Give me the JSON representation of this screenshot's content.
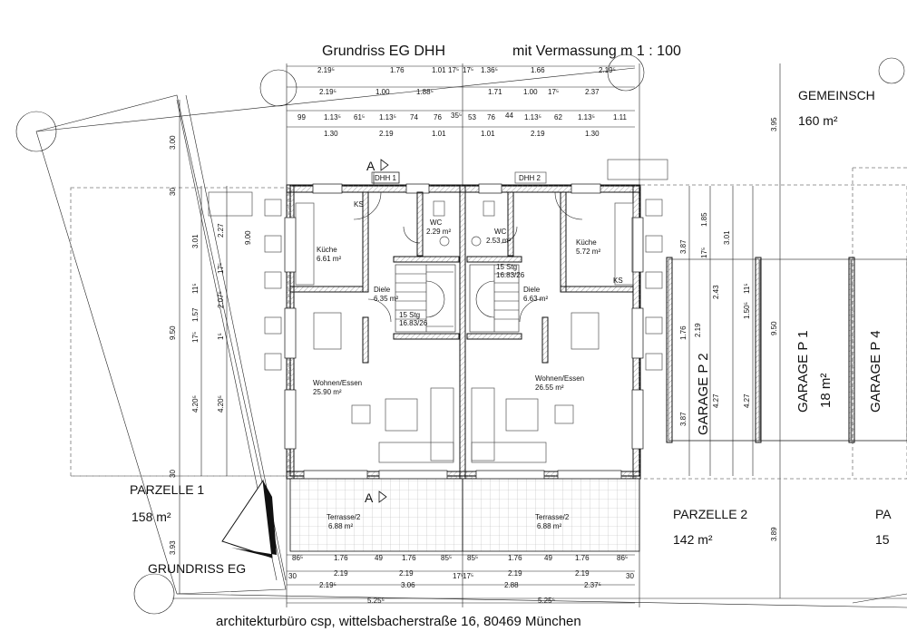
{
  "title": {
    "main": "Grundriss EG DHH",
    "scale": "mit Vermassung  m 1 : 100"
  },
  "footer": "architekturbüro csp, wittelsbacherstraße 16, 80469 München",
  "corner_label": "GRUNDRISS EG",
  "parcels": {
    "p1_name": "PARZELLE 1",
    "p1_area": "158 m²",
    "p2_name": "PARZELLE 2",
    "p2_area": "142 m²",
    "p3_name": "PA",
    "p3_area": "15",
    "common_name": "GEMEINSCH",
    "common_area": "160 m²"
  },
  "section_marks": {
    "top": "A",
    "bottom": "A"
  },
  "houses": {
    "h1": "DHH 1",
    "h2": "DHH 2"
  },
  "rooms": {
    "kueche1": {
      "name": "Küche",
      "area": "6.61 m²"
    },
    "wc1": {
      "name": "WC",
      "area": "2.29 m²"
    },
    "diele1": {
      "name": "Diele",
      "area": "6.35 m²"
    },
    "stair1": {
      "name": "15 Stg",
      "dims": "16.83/26"
    },
    "wohnen1": {
      "name": "Wohnen/Essen",
      "area": "25.90 m²"
    },
    "terrasse1": {
      "name": "Terrasse/2",
      "area": "6.88 m²"
    },
    "wc2": {
      "name": "WC",
      "area": "2.53 m²"
    },
    "kueche2": {
      "name": "Küche",
      "area": "5.72 m²"
    },
    "stair2": {
      "name": "15 Stg",
      "dims": "16.83/26"
    },
    "diele2": {
      "name": "Diele",
      "area": "6.63 m²"
    },
    "wohnen2": {
      "name": "Wohnen/Essen",
      "area": "26.55 m²"
    },
    "terrasse2": {
      "name": "Terrasse/2",
      "area": "6.88 m²"
    },
    "ks1": "KS",
    "ks2": "KS"
  },
  "garages": {
    "p2": {
      "name": "GARAGE P 2",
      "area": ""
    },
    "p1": {
      "name": "GARAGE P 1",
      "area": "18 m²"
    },
    "p4": {
      "name": "GARAGE P 4",
      "area": ""
    }
  },
  "dims_top": {
    "row1": [
      "2.19⁵",
      "1.76",
      "1.01",
      "17⁵",
      "17⁵",
      "1.36⁵",
      "1.66",
      "2.19⁵"
    ],
    "row2": [
      "2.19⁵",
      "1.00",
      "1.88⁵",
      "1.71",
      "1.00",
      "17⁵",
      "2.37"
    ],
    "row3": [
      "99",
      "1.13⁵",
      "61⁵",
      "1.13⁵",
      "74",
      "76",
      "35⁵",
      "53",
      "76",
      "44",
      "1.13⁵",
      "62",
      "1.13⁵",
      "1.11"
    ],
    "row4": [
      "1.30",
      "2.19",
      "1.01",
      "1.01",
      "2.19",
      "1.30"
    ]
  },
  "dims_bottom": {
    "row1": [
      "86⁵",
      "1.76",
      "49",
      "1.76",
      "85⁵",
      "85⁵",
      "1.76",
      "49",
      "1.76",
      "86⁵"
    ],
    "row2": [
      "30",
      "2.19",
      "2.19",
      "17⁵",
      "17⁵",
      "2.19",
      "2.19",
      "30"
    ],
    "row3": [
      "2.19⁵",
      "3.06",
      "2.88",
      "2.37⁵"
    ],
    "row4": [
      "5.25⁵",
      "5.25⁵"
    ]
  },
  "dims_left": {
    "outer": [
      "3.00",
      "30",
      "9.50",
      "30",
      "3.93"
    ],
    "inner": [
      "3.01",
      "11⁵",
      "1.57",
      "17⁵",
      "4.20⁵"
    ],
    "inner2": [
      "2.27",
      "17⁵",
      "2.07⁵",
      "1⁵",
      "4.20⁵"
    ],
    "total": "9.00"
  },
  "dims_right": {
    "a": [
      "3.87",
      "1.76",
      "3.87"
    ],
    "b": [
      "1.85",
      "17⁵",
      "2.19",
      "4.27"
    ],
    "c": [
      "3.01",
      "2.43",
      "11⁵",
      "1.50⁵",
      "4.27"
    ],
    "d": [
      "3.95",
      "9.50",
      "3.89"
    ]
  }
}
